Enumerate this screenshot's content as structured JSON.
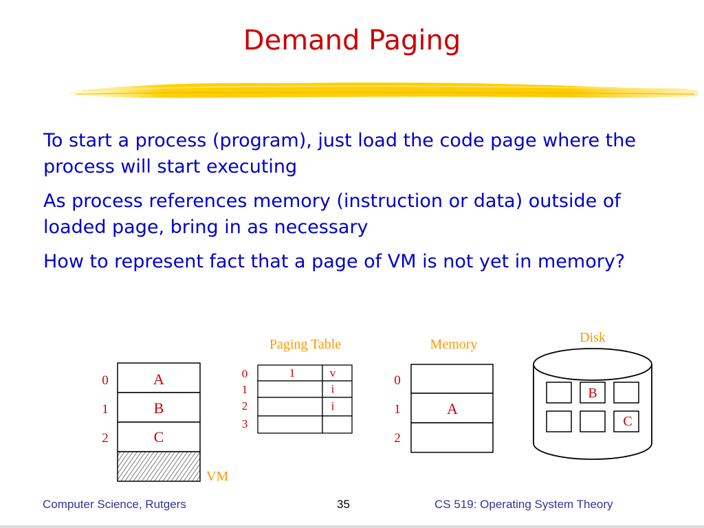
{
  "slide": {
    "title": "Demand Paging",
    "bullets": [
      "To start a process (program), just load the code page where the process will start executing",
      "As process references memory (instruction or data) outside of loaded page, bring in as necessary",
      "How to represent fact that a page of VM is not yet in memory?"
    ]
  },
  "diagram": {
    "vm": {
      "label": "VM",
      "rows": [
        {
          "index": "0",
          "content": "A"
        },
        {
          "index": "1",
          "content": "B"
        },
        {
          "index": "2",
          "content": "C"
        }
      ]
    },
    "paging_table": {
      "label": "Paging Table",
      "rows": [
        {
          "index": "0",
          "frame": "1",
          "flag": "v"
        },
        {
          "index": "1",
          "frame": "",
          "flag": "i"
        },
        {
          "index": "2",
          "frame": "",
          "flag": "i"
        },
        {
          "index": "3",
          "frame": "",
          "flag": ""
        }
      ]
    },
    "memory": {
      "label": "Memory",
      "rows": [
        {
          "index": "0",
          "content": ""
        },
        {
          "index": "1",
          "content": "A"
        },
        {
          "index": "2",
          "content": ""
        }
      ]
    },
    "disk": {
      "label": "Disk",
      "blocks": [
        "",
        "B",
        "",
        "",
        "",
        "C"
      ]
    }
  },
  "footer": {
    "left": "Computer Science, Rutgers",
    "page_number": "35",
    "right": "CS 519: Operating System Theory"
  },
  "colors": {
    "title": "#cc0000",
    "body_text": "#0000cc",
    "diagram_label": "#cc0000",
    "diagram_header": "#ff9900",
    "highlight": "#ffcc00"
  }
}
